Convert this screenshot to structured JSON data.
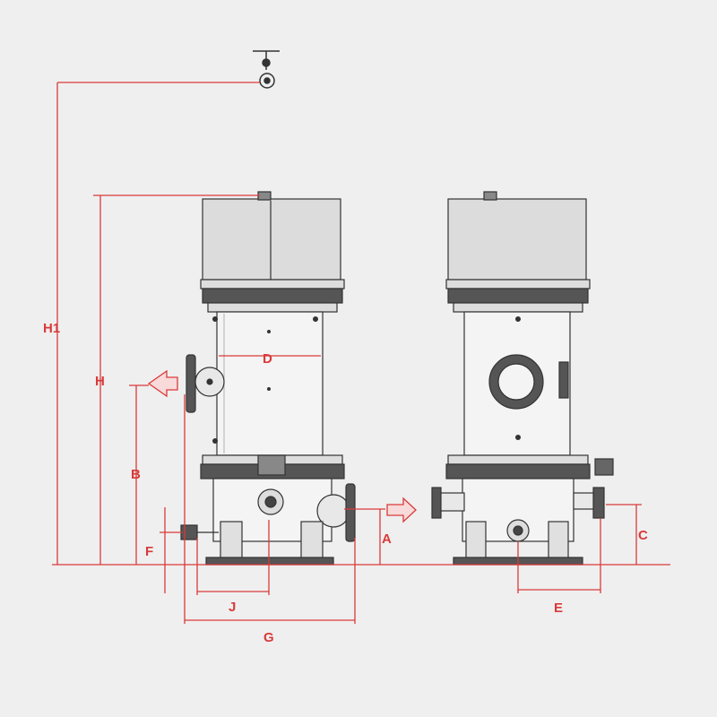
{
  "colors": {
    "background": "#efefef",
    "dimension": "#d93a3a",
    "outline": "#333333",
    "body_fill": "#f4f4f4",
    "tank_fill": "#dcdcdc",
    "flange": "#444444"
  },
  "dimensions": {
    "h1": "H1",
    "h": "H",
    "b": "B",
    "f": "F",
    "d": "D",
    "a": "A",
    "j": "J",
    "g": "G",
    "c": "C",
    "e": "E"
  },
  "icons": [
    "lifting-eye-icon",
    "flow-arrow-icon"
  ]
}
